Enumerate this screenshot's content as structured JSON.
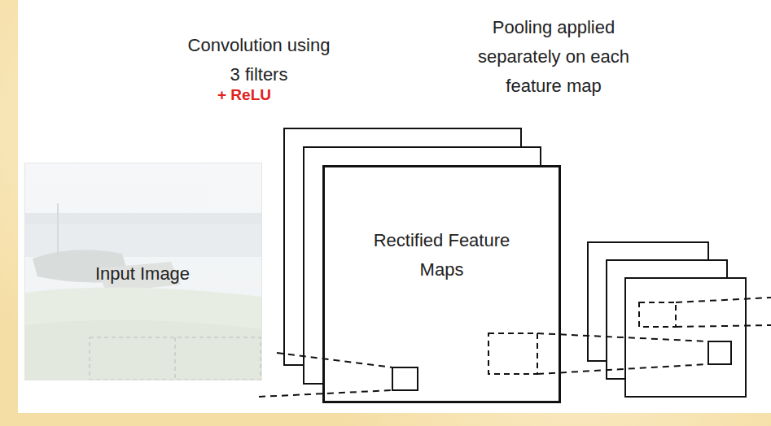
{
  "diagram": {
    "nodes": [
      {
        "text": [
          "Input Image"
        ]
      },
      {
        "text": [
          "Rectified Feature Maps"
        ]
      }
    ],
    "labels": [
      "Convolution using 3 filters",
      "+ ReLU",
      "Pooling applied separately on each feature map"
    ]
  }
}
